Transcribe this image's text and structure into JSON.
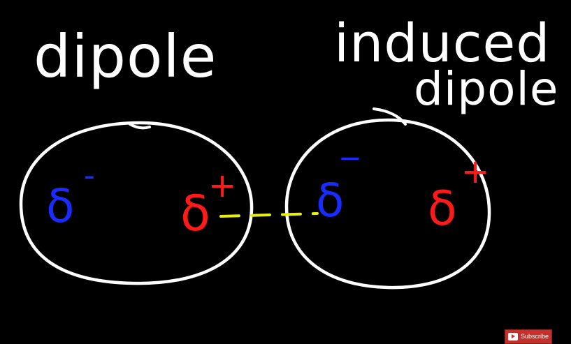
{
  "labels": {
    "dipole": "dipole",
    "induced_line1": "induced",
    "induced_line2": "dipole"
  },
  "molecules": [
    {
      "negative": {
        "symbol": "δ",
        "sign": "-"
      },
      "positive": {
        "symbol": "δ",
        "sign": "+"
      }
    },
    {
      "negative": {
        "symbol": "δ",
        "sign": "−"
      },
      "positive": {
        "symbol": "δ",
        "sign": "+"
      }
    }
  ],
  "subscribe": {
    "label": "Subscribe",
    "icon": "play-icon"
  },
  "colors": {
    "background": "#000000",
    "chalk": "#ffffff",
    "negative": "#1a2bff",
    "positive": "#ff1a1a",
    "attraction": "#e6f00a",
    "subscribe_bg": "#c4302b"
  }
}
